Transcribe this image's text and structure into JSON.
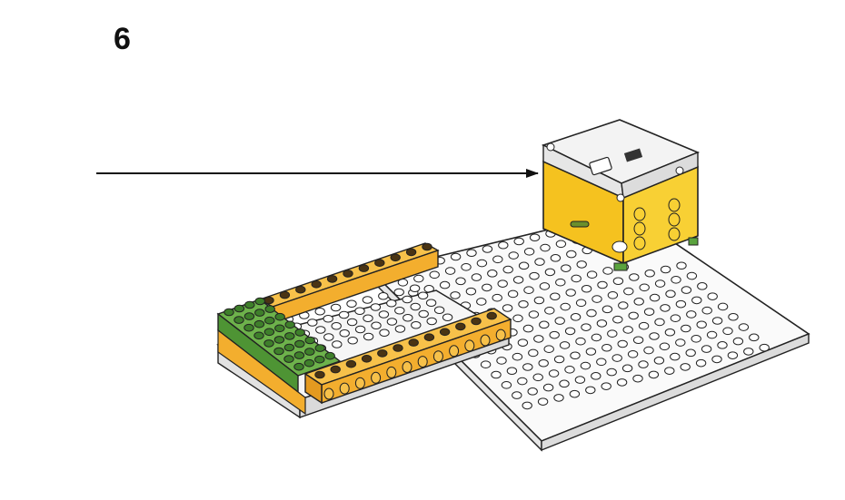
{
  "step": {
    "number": "6"
  },
  "parts": {
    "hub": {
      "name": "hub",
      "icon": "hub-icon",
      "body_color": "#f7c823",
      "top_color": "#f1f1f1"
    },
    "plate": {
      "name": "white-baseplate",
      "color": "#f4f4f4",
      "rows": 13,
      "cols": 16
    },
    "plate_small": {
      "name": "white-plate-small",
      "color": "#f4f4f4"
    },
    "beams": [
      {
        "name": "orange-beam-back",
        "color": "#f3ae2e"
      },
      {
        "name": "orange-beam-front",
        "color": "#f3ae2e"
      }
    ],
    "green_plate": {
      "name": "green-plate",
      "color": "#5aa33e"
    }
  },
  "arrow": {
    "icon": "placement-arrow-icon",
    "color": "#111111"
  }
}
